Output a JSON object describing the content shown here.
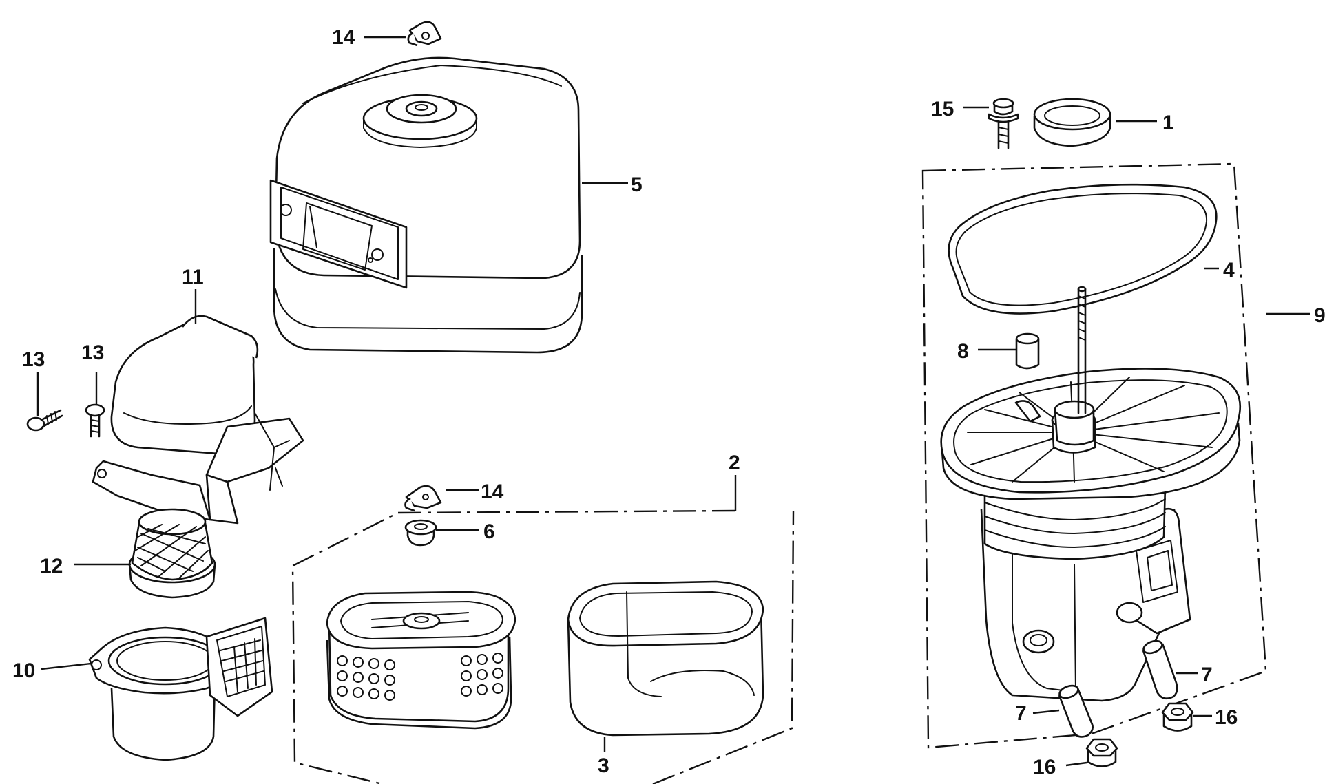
{
  "diagram": {
    "callouts": {
      "c1": "1",
      "c2": "2",
      "c3": "3",
      "c4": "4",
      "c5": "5",
      "c6": "6",
      "c7a": "7",
      "c7b": "7",
      "c8": "8",
      "c9": "9",
      "c10": "10",
      "c11": "11",
      "c12": "12",
      "c13a": "13",
      "c13b": "13",
      "c14a": "14",
      "c14b": "14",
      "c15": "15",
      "c16a": "16",
      "c16b": "16"
    }
  }
}
